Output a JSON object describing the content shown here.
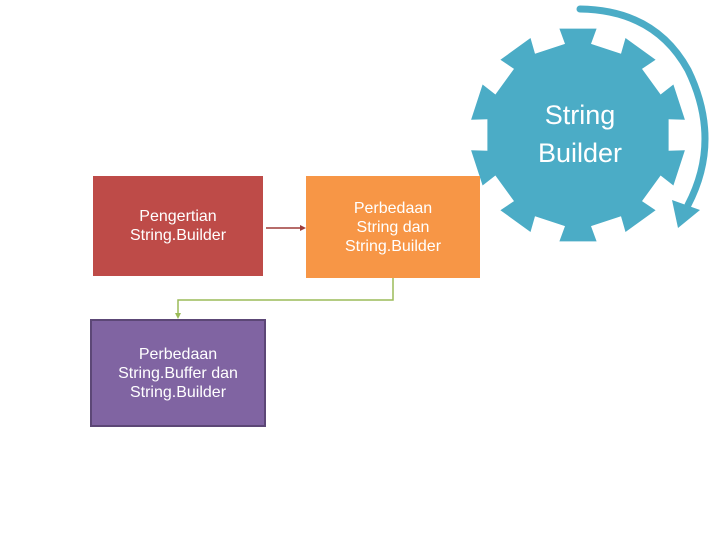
{
  "gear": {
    "label": "String\nBuilder",
    "color": "#4bacc6"
  },
  "boxes": {
    "pengertian": {
      "label": "Pengertian\nString.Builder",
      "color": "#be4b48"
    },
    "perbedaan_string": {
      "label": "Perbedaan\nString dan\nString.Builder",
      "color": "#f79646"
    },
    "perbedaan_buffer": {
      "label": "Perbedaan\nString.Buffer dan\nString.Builder",
      "color": "#8064a2"
    }
  },
  "connectors": {
    "arrow_color": "#9e3b39",
    "elbow_color": "#9bbb59"
  }
}
